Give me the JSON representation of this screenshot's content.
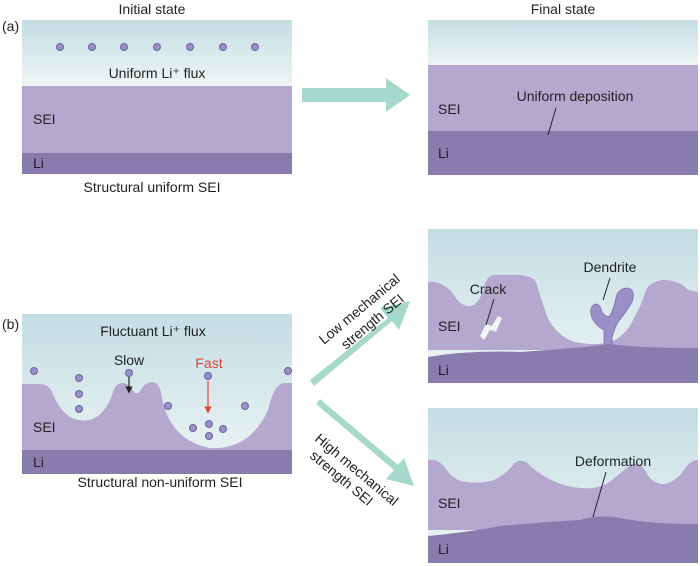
{
  "panel_a": {
    "label": "(a)",
    "initial_title": "Initial state",
    "final_title": "Final state",
    "flux_label": "Uniform Li⁺ flux",
    "sei_label": "SEI",
    "li_label": "Li",
    "caption": "Structural uniform SEI",
    "final_sei_label": "SEI",
    "final_li_label": "Li",
    "deposition_label": "Uniform deposition"
  },
  "panel_b": {
    "label": "(b)",
    "flux_label": "Fluctuant Li⁺ flux",
    "slow_label": "Slow",
    "fast_label": "Fast",
    "sei_label": "SEI",
    "li_label": "Li",
    "caption": "Structural non-uniform SEI",
    "arrow_low_line1": "Low mechanical",
    "arrow_low_line2": "strength SEI",
    "arrow_high_line1": "High mechanical",
    "arrow_high_line2": "strength SEI",
    "low_panel": {
      "crack": "Crack",
      "dendrite": "Dendrite",
      "sei": "SEI",
      "li": "Li"
    },
    "high_panel": {
      "deformation": "Deformation",
      "sei": "SEI",
      "li": "Li"
    }
  },
  "colors": {
    "electrolyte_top": "#c4dde4",
    "electrolyte_bottom": "#eef5f4",
    "sei": "#b5a8cf",
    "li": "#877cad",
    "ion_fill": "#9a8fc7",
    "ion_stroke": "#6c62a0",
    "arrow": "#a6d8cc",
    "fast": "#e0453a"
  }
}
